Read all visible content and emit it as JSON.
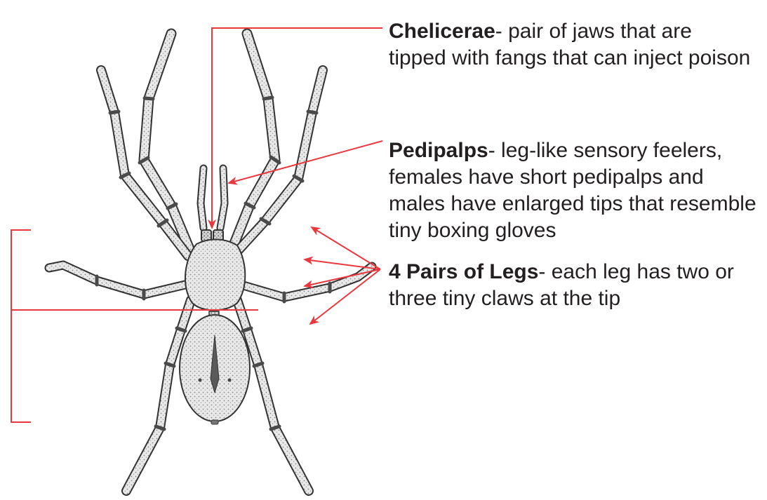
{
  "labels": {
    "chelicerae": {
      "term": "Chelicerae",
      "description": "- pair of jaws that are tipped with fangs that can inject poison"
    },
    "pedipalps": {
      "term": "Pedipalps",
      "description": "- leg-like sensory feelers, females have short pedipalps and males have enlarged tips that resemble tiny boxing gloves"
    },
    "legs": {
      "term": "4 Pairs of Legs",
      "description": "- each leg has two or three tiny claws at the tip"
    }
  },
  "colors": {
    "callout": "#e8383d",
    "text": "#231f20",
    "illustration_line": "#333333",
    "illustration_fill": "#e6e6e6",
    "band": "#4a4a4a"
  },
  "icons": {
    "illustration": "spider-illustration",
    "pointer": "red-arrowhead"
  }
}
